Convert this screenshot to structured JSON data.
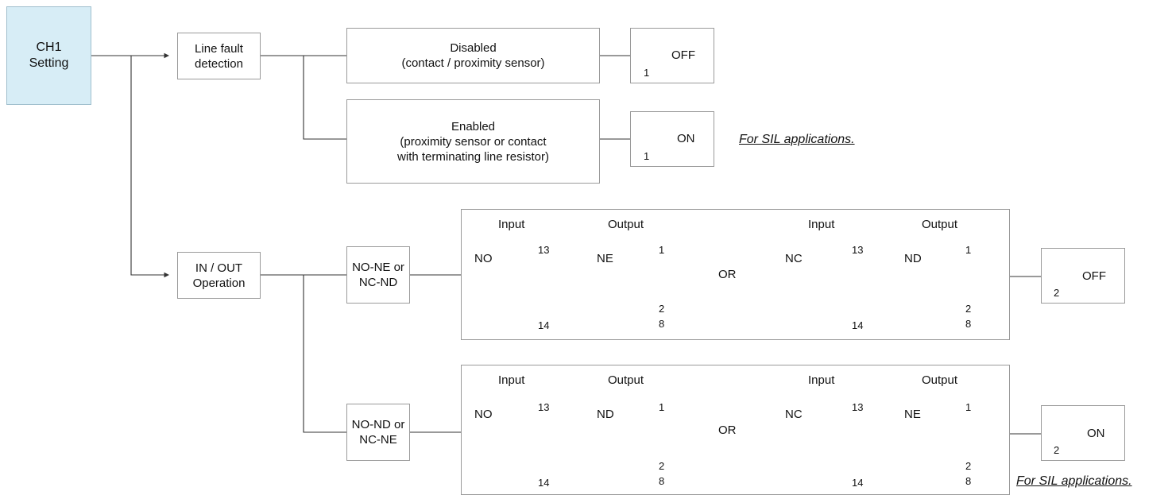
{
  "root": [
    "CH1",
    "Setting"
  ],
  "line_fault": {
    "label": [
      "Line fault",
      "detection"
    ],
    "disabled": [
      "Disabled",
      "(contact / proximity sensor)"
    ],
    "enabled": [
      "Enabled",
      "(proximity sensor or contact",
      "with terminating line resistor)"
    ],
    "switch_off": {
      "number": "1",
      "state": "OFF"
    },
    "switch_on": {
      "number": "1",
      "state": "ON"
    },
    "note": "For SIL applications."
  },
  "io": {
    "label": [
      "IN / OUT",
      "Operation"
    ],
    "mode1": {
      "label": [
        "NO-NE or",
        "NC-ND"
      ],
      "input_hdr": "Input",
      "output_hdr": "Output",
      "or": "OR",
      "left_in": "NO",
      "left_out": "NE",
      "right_in": "NC",
      "right_out": "ND",
      "switch": {
        "number": "2",
        "state": "OFF"
      }
    },
    "mode2": {
      "label": [
        "NO-ND or",
        "NC-NE"
      ],
      "input_hdr": "Input",
      "output_hdr": "Output",
      "or": "OR",
      "left_in": "NO",
      "left_out": "ND",
      "right_in": "NC",
      "right_out": "NE",
      "switch": {
        "number": "2",
        "state": "ON"
      },
      "note": "For SIL applications."
    },
    "terminals": {
      "in_top": "13",
      "in_bot": "14",
      "out_top": "1",
      "out_mid": "2",
      "out_bot": "8"
    }
  },
  "colors": {
    "root_fill": "#d7edf6",
    "border": "#9a9a9a",
    "line": "#333333"
  }
}
